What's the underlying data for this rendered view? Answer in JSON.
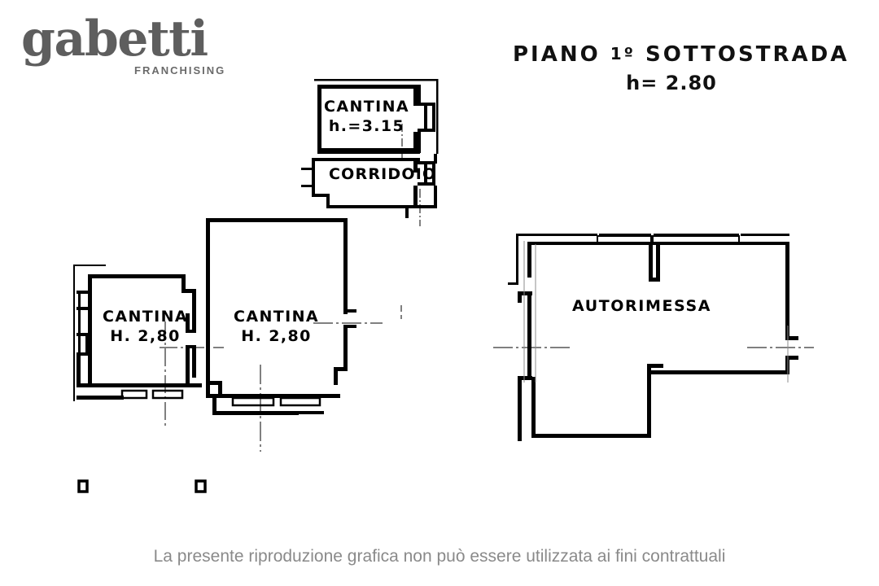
{
  "logo": {
    "wordmark": "gabetti",
    "subtitle": "FRANCHISING",
    "color": "#5e5e5e"
  },
  "title_block": {
    "line1_prefix": "PIANO ",
    "line1_ordinal": "1º",
    "line1_suffix": " SOTTOSTRADA",
    "line1_full": "PIANO 1º SOTTOSTRADA",
    "line2": "h= 2.80"
  },
  "floorplan": {
    "drawing_color": "#000000",
    "background": "#ffffff",
    "rooms": [
      {
        "id": "cantina-top",
        "name": "CANTINA",
        "height_label": "h.=3.15"
      },
      {
        "id": "corridoio",
        "name": "CORRIDOIO",
        "height_label": ""
      },
      {
        "id": "cantina-left",
        "name": "CANTINA",
        "height_label": "H. 2,80"
      },
      {
        "id": "cantina-mid",
        "name": "CANTINA",
        "height_label": "H. 2,80"
      },
      {
        "id": "autorimessa",
        "name": "AUTORIMESSA",
        "height_label": ""
      }
    ],
    "markers": [
      {
        "id": "section-marker-1"
      },
      {
        "id": "section-marker-2"
      }
    ]
  },
  "footer": {
    "disclaimer": "La presente riproduzione grafica non può essere utilizzata ai fini contrattuali",
    "color": "#8a8a8a"
  }
}
